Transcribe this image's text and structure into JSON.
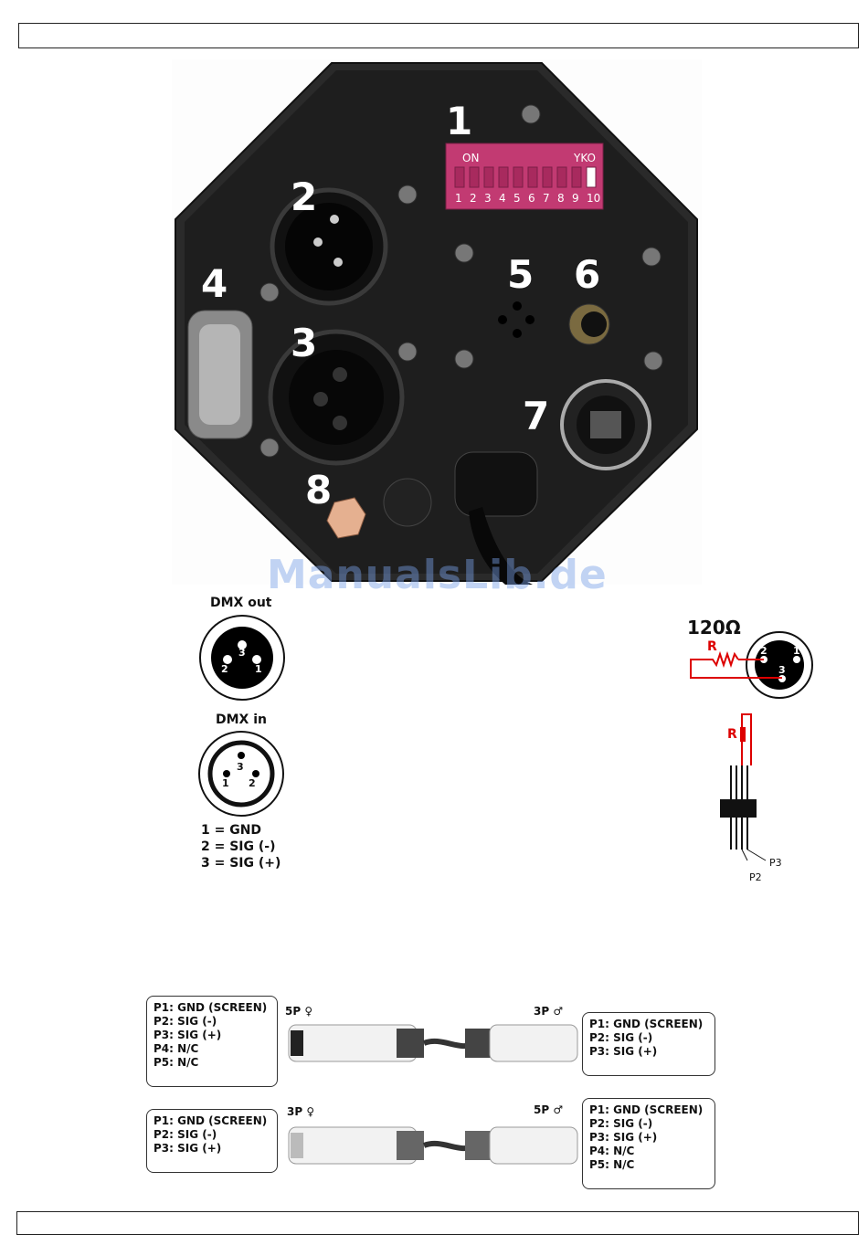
{
  "photo": {
    "callouts": [
      "1",
      "2",
      "3",
      "4",
      "5",
      "6",
      "7",
      "8"
    ],
    "dip_switch": {
      "on_label": "ON",
      "brand_label": "YKO",
      "numbers": [
        "1",
        "2",
        "3",
        "4",
        "5",
        "6",
        "7",
        "8",
        "9",
        "10"
      ]
    }
  },
  "watermark": "ManualsLib.de",
  "dmx_out": {
    "title": "DMX out",
    "pins": [
      "3",
      "2",
      "1"
    ]
  },
  "dmx_in": {
    "title": "DMX in",
    "pins": [
      "3",
      "1",
      "2"
    ]
  },
  "pin_legend": [
    "1 = GND",
    "2 = SIG (-)",
    "3 = SIG (+)"
  ],
  "terminator": {
    "resistance": "120Ω",
    "resistor_label": "R",
    "pins": [
      "2",
      "1",
      "3"
    ],
    "p2": "P2",
    "p3": "P3"
  },
  "cables": [
    {
      "left_label": "5P ♀",
      "right_label": "3P ♂",
      "left_pins": [
        "P1: GND (SCREEN)",
        "P2: SIG (-)",
        "P3: SIG (+)",
        "P4: N/C",
        "P5: N/C"
      ],
      "right_pins": [
        "P1: GND (SCREEN)",
        "P2: SIG (-)",
        "P3: SIG (+)"
      ]
    },
    {
      "left_label": "3P ♀",
      "right_label": "5P ♂",
      "left_pins": [
        "P1: GND (SCREEN)",
        "P2: SIG (-)",
        "P3: SIG (+)"
      ],
      "right_pins": [
        "P1: GND (SCREEN)",
        "P2: SIG (-)",
        "P3: SIG (+)",
        "P4: N/C",
        "P5: N/C"
      ]
    }
  ]
}
